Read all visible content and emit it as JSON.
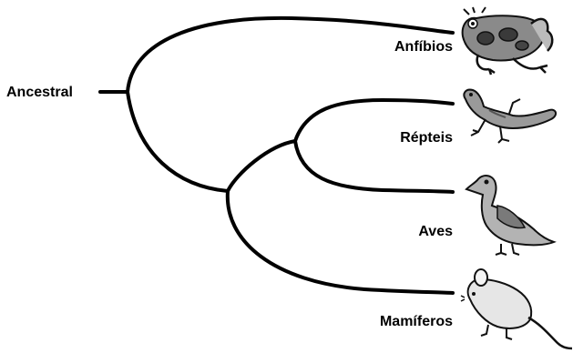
{
  "diagram": {
    "root_label": "Ancestral",
    "taxa": [
      {
        "name": "Anfíbios",
        "icon": "frog-icon"
      },
      {
        "name": "Répteis",
        "icon": "lizard-icon"
      },
      {
        "name": "Aves",
        "icon": "pigeon-icon"
      },
      {
        "name": "Mamíferos",
        "icon": "mouse-icon"
      }
    ],
    "line_color": "#000000",
    "background": "#ffffff"
  }
}
